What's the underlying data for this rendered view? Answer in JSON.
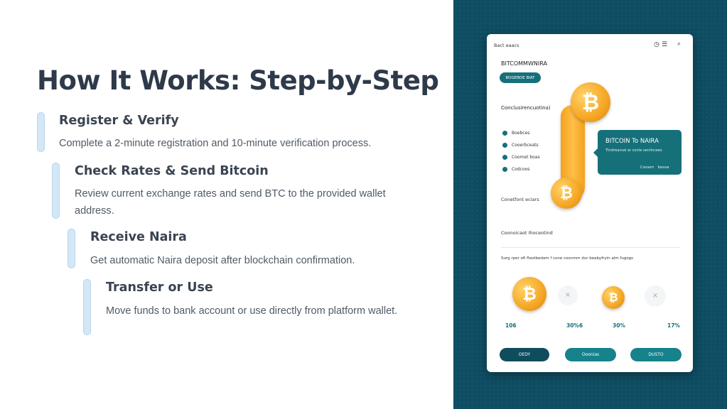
{
  "slide": {
    "title": "How It Works: Step-by-Step",
    "steps": [
      {
        "heading": "Register & Verify",
        "description": "Complete a 2-minute registration and 10-minute verification process."
      },
      {
        "heading": "Check Rates & Send Bitcoin",
        "description": "Review current exchange rates and send BTC to the provided wallet address."
      },
      {
        "heading": "Receive Naira",
        "description": "Get automatic Naira deposit after blockchain confirmation."
      },
      {
        "heading": "Transfer or Use",
        "description": "Move funds to bank account or use directly from platform wallet."
      }
    ]
  },
  "mockup": {
    "header_text": "Bact eaacs",
    "header_icons": [
      "clock-icon",
      "menu-icon",
      "search-icon"
    ],
    "app_title": "BITCOMMWNIRA",
    "top_button": "BOGEBOE BIAT",
    "section_label": "Conclusirencuotina)",
    "list_items": [
      "Boebces",
      "Cooerbceats",
      "Coomet boas",
      "Codcoos"
    ],
    "callout_title": "BITCOIN To NAIRA",
    "callout_subtitle": "Ttndreacsal ar conte sectincees",
    "callout_action": "Cooam   bessa",
    "mid_label": "Conetfont eciars",
    "section2_label": "Coonoicaot Ihoceotind",
    "section3_label": "Surg rper ofi fleotbedam f cone cosnmm dur beabyfryin alm fugogs",
    "stats": [
      "106",
      "30%6",
      "30%",
      "17%"
    ],
    "buttons": [
      "OEDY",
      "Ooonias",
      "DUSTO"
    ],
    "colors": {
      "teal_dark": "#0e4d63",
      "teal": "#16828c",
      "coin": "#f5a623"
    }
  }
}
